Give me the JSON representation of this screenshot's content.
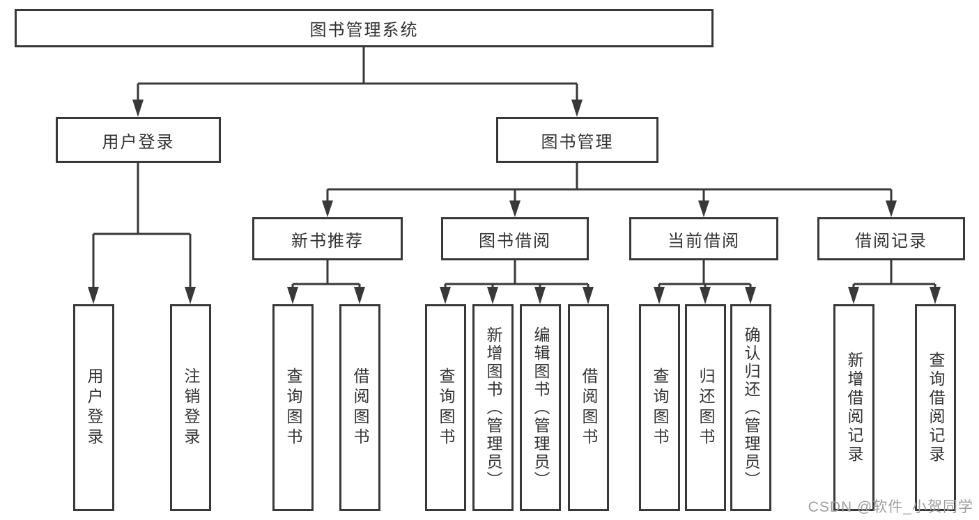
{
  "colors": {
    "line": "#383838",
    "text": "#333333",
    "watermark": "#9e9e9e",
    "background": "#ffffff"
  },
  "watermark": {
    "text": "CSDN @软件_小贺同学"
  },
  "tree": {
    "root": {
      "label": "图书管理系统"
    },
    "branches": [
      {
        "label": "用户登录",
        "children": [
          {
            "label": "用户登录"
          },
          {
            "label": "注销登录"
          }
        ]
      },
      {
        "label": "图书管理",
        "children": [
          {
            "label": "新书推荐",
            "children": [
              {
                "label": "查询图书"
              },
              {
                "label": "借阅图书"
              }
            ]
          },
          {
            "label": "图书借阅",
            "children": [
              {
                "label": "查询图书"
              },
              {
                "label": "新增图书（管理员）"
              },
              {
                "label": "编辑图书（管理员）"
              },
              {
                "label": "借阅图书"
              }
            ]
          },
          {
            "label": "当前借阅",
            "children": [
              {
                "label": "查询图书"
              },
              {
                "label": "归还图书"
              },
              {
                "label": "确认归还（管理员）"
              }
            ]
          },
          {
            "label": "借阅记录",
            "children": [
              {
                "label": "新增借阅记录"
              },
              {
                "label": "查询借阅记录"
              }
            ]
          }
        ]
      }
    ]
  }
}
